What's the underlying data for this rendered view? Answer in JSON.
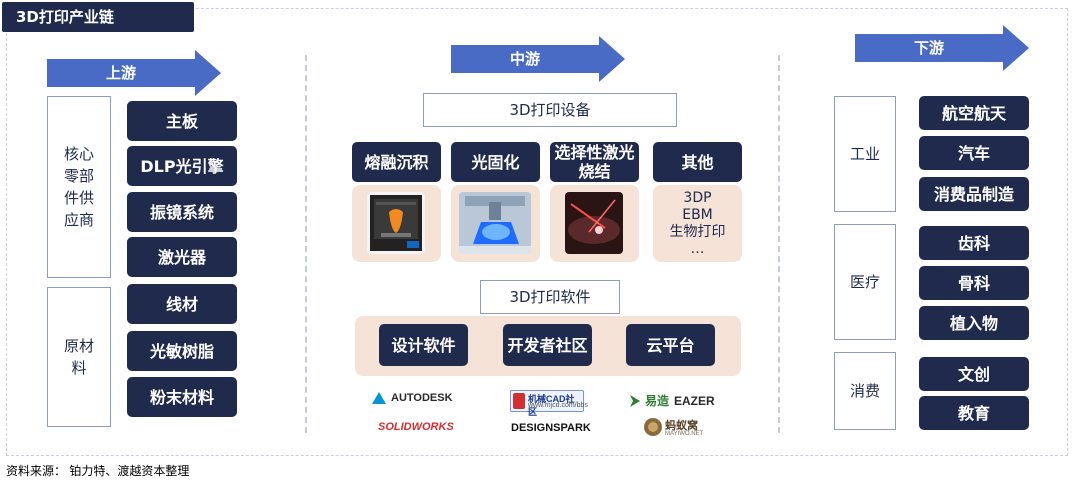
{
  "title": "3D打印产业链",
  "upstream": {
    "arrow_label": "上游",
    "groups": [
      {
        "label": "核心零部件供应商",
        "items": [
          "主板",
          "DLP光引擎",
          "振镜系统",
          "激光器"
        ]
      },
      {
        "label": "原材料",
        "items": [
          "线材",
          "光敏树脂",
          "粉末材料"
        ]
      }
    ]
  },
  "midstream": {
    "arrow_label": "中游",
    "equipment_title": "3D打印设备",
    "equipment": [
      "熔融沉积",
      "光固化",
      "选择性激光烧结",
      "其他"
    ],
    "others_list": [
      "3DP",
      "EBM",
      "生物打印",
      "…"
    ],
    "software_title": "3D打印软件",
    "software": [
      "设计软件",
      "开发者社区",
      "云平台"
    ],
    "logos": [
      "AUTODESK",
      "机械CAD社区",
      "EAZER",
      "SOLIDWORKS",
      "DESIGNSPARK",
      "蚂蚁窝"
    ],
    "logo_subtexts": [
      "www.mjcd.com/bbs",
      "易造",
      "MAYIWO.NET"
    ]
  },
  "downstream": {
    "arrow_label": "下游",
    "groups": [
      {
        "label": "工业",
        "items": [
          "航空航天",
          "汽车",
          "消费品制造"
        ]
      },
      {
        "label": "医疗",
        "items": [
          "齿科",
          "骨科",
          "植入物"
        ]
      },
      {
        "label": "消费",
        "items": [
          "文创",
          "教育"
        ]
      }
    ]
  },
  "source": "资料来源：  铂力特、渡越资本整理",
  "colors": {
    "navy": "#1f2a4d",
    "arrow_blue": "#4a6bc5",
    "peach": "#f6e3d8",
    "box_border": "#8e9bc7"
  }
}
